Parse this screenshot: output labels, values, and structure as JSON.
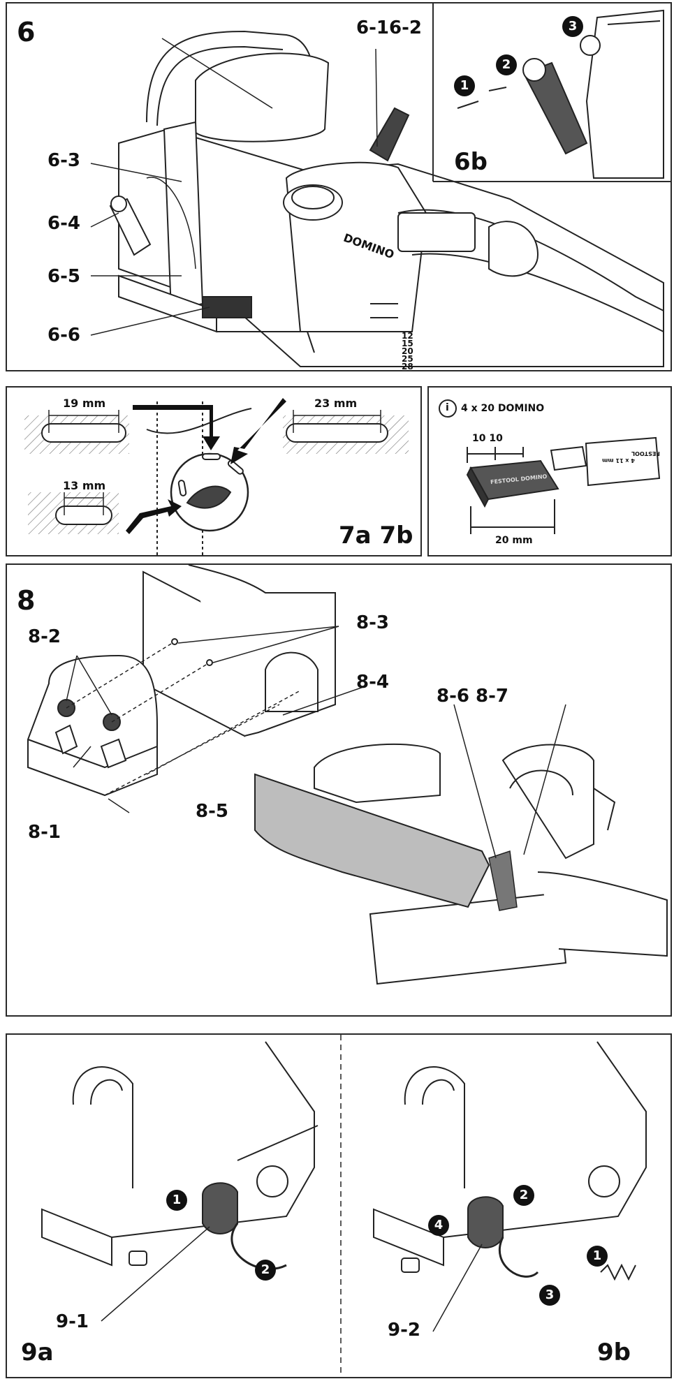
{
  "fig6": {
    "number": "6",
    "labels": {
      "l6_3": "6-3",
      "l6_4": "6-4",
      "l6_5": "6-5",
      "l6_6": "6-6",
      "l6_16_2": "6-16-2"
    },
    "brand_text": "DOMINO",
    "scale_marks": [
      "12",
      "15",
      "20",
      "25",
      "28"
    ],
    "inset": {
      "number": "6b",
      "steps": [
        "1",
        "2",
        "3"
      ]
    }
  },
  "fig7": {
    "number": "7a 7b",
    "slot_19": "19 mm",
    "slot_23": "23 mm",
    "slot_13": "13 mm",
    "info_icon": "i",
    "info_text": "4 x 20 DOMINO",
    "dim_top": "10 10",
    "dim_bottom": "20 mm",
    "domino_print": "FESTOOL DOMINO",
    "bit_print_1": "FESTOOL",
    "bit_print_2": "4 x 11 mm"
  },
  "fig8": {
    "number": "8",
    "labels": {
      "l8_1": "8-1",
      "l8_2": "8-2",
      "l8_3": "8-3",
      "l8_4": "8-4",
      "l8_5": "8-5",
      "l8_6_7": "8-6 8-7"
    }
  },
  "fig9": {
    "a_number": "9a",
    "b_number": "9b",
    "a_label": "9-1",
    "b_label": "9-2",
    "a_steps": [
      "1",
      "2"
    ],
    "b_steps": [
      "1",
      "2",
      "3",
      "4"
    ]
  }
}
